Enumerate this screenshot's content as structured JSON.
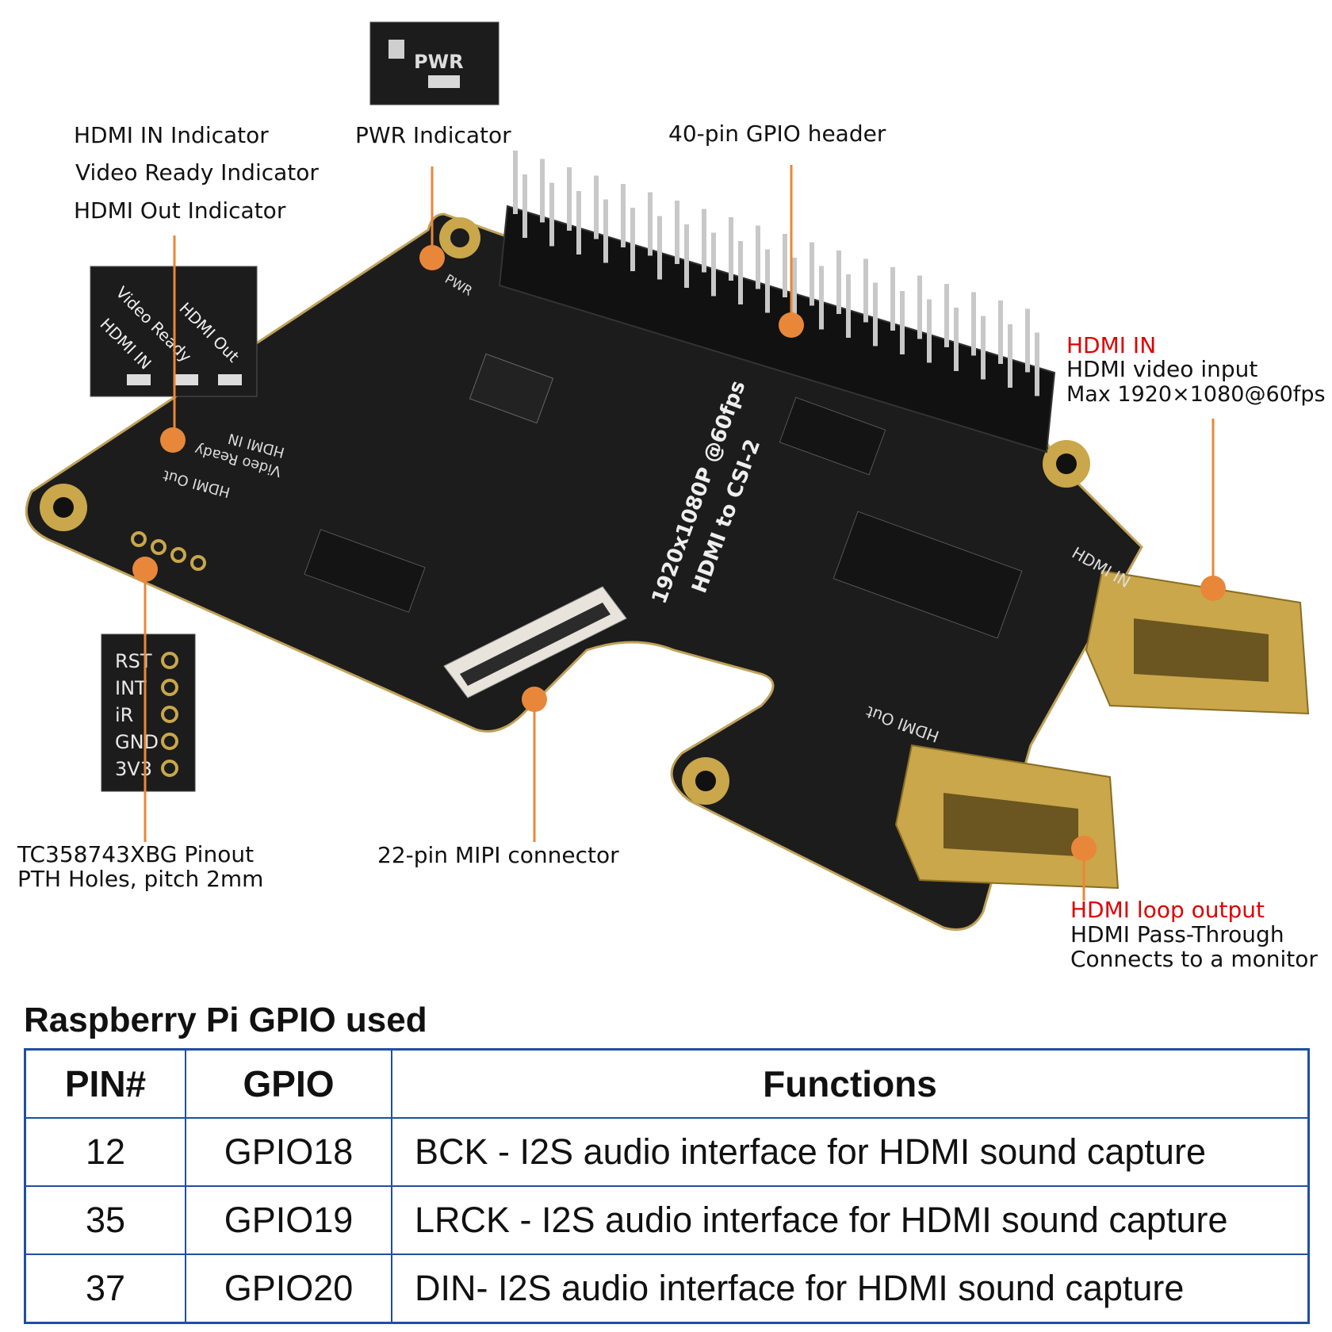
{
  "callouts": {
    "pwr_inset": "PWR",
    "indicator_group": [
      "HDMI IN Indicator",
      "Video Ready Indicator",
      "HDMI Out Indicator"
    ],
    "pwr_indicator": "PWR Indicator",
    "gpio_header": "40-pin GPIO header",
    "hdmi_in": {
      "title": "HDMI IN",
      "line1": "HDMI video input",
      "line2": "Max 1920×1080@60fps"
    },
    "hdmi_loop": {
      "title": "HDMI loop output",
      "line1": "HDMI Pass-Through",
      "line2": "Connects to a monitor"
    },
    "pinout": {
      "line1": "TC358743XBG Pinout",
      "line2": "PTH Holes, pitch 2mm"
    },
    "mipi": "22-pin MIPI connector"
  },
  "led_inset": {
    "video_ready": "Video Ready",
    "hdmi_out": "HDMI Out",
    "hdmi_in": "HDMI IN"
  },
  "pin_inset": [
    "RST",
    "INT",
    "iR",
    "GND",
    "3V3"
  ],
  "board": {
    "pwr": "PWR",
    "hdmi_in_led": "HDMI IN",
    "video_ready_led": "Video Ready",
    "hdmi_out_led": "HDMI Out",
    "title1": "HDMI to CSI-2",
    "title2": "1920x1080P @60fps",
    "hdmi_in_port": "HDMI IN",
    "hdmi_out_port": "HDMI Out"
  },
  "table": {
    "title": "Raspberry Pi GPIO used",
    "headers": [
      "PIN#",
      "GPIO",
      "Functions"
    ],
    "rows": [
      [
        "12",
        "GPIO18",
        "BCK - I2S audio interface for HDMI sound capture"
      ],
      [
        "35",
        "GPIO19",
        "LRCK - I2S audio interface for HDMI sound capture"
      ],
      [
        "37",
        "GPIO20",
        "DIN- I2S audio interface for HDMI sound capture"
      ]
    ]
  },
  "colors": {
    "leader": "#e8873a",
    "pcb": "#1c1c1c",
    "gold": "#c9a74a",
    "table_border": "#1f4fa0",
    "red_title": "#e00000"
  }
}
